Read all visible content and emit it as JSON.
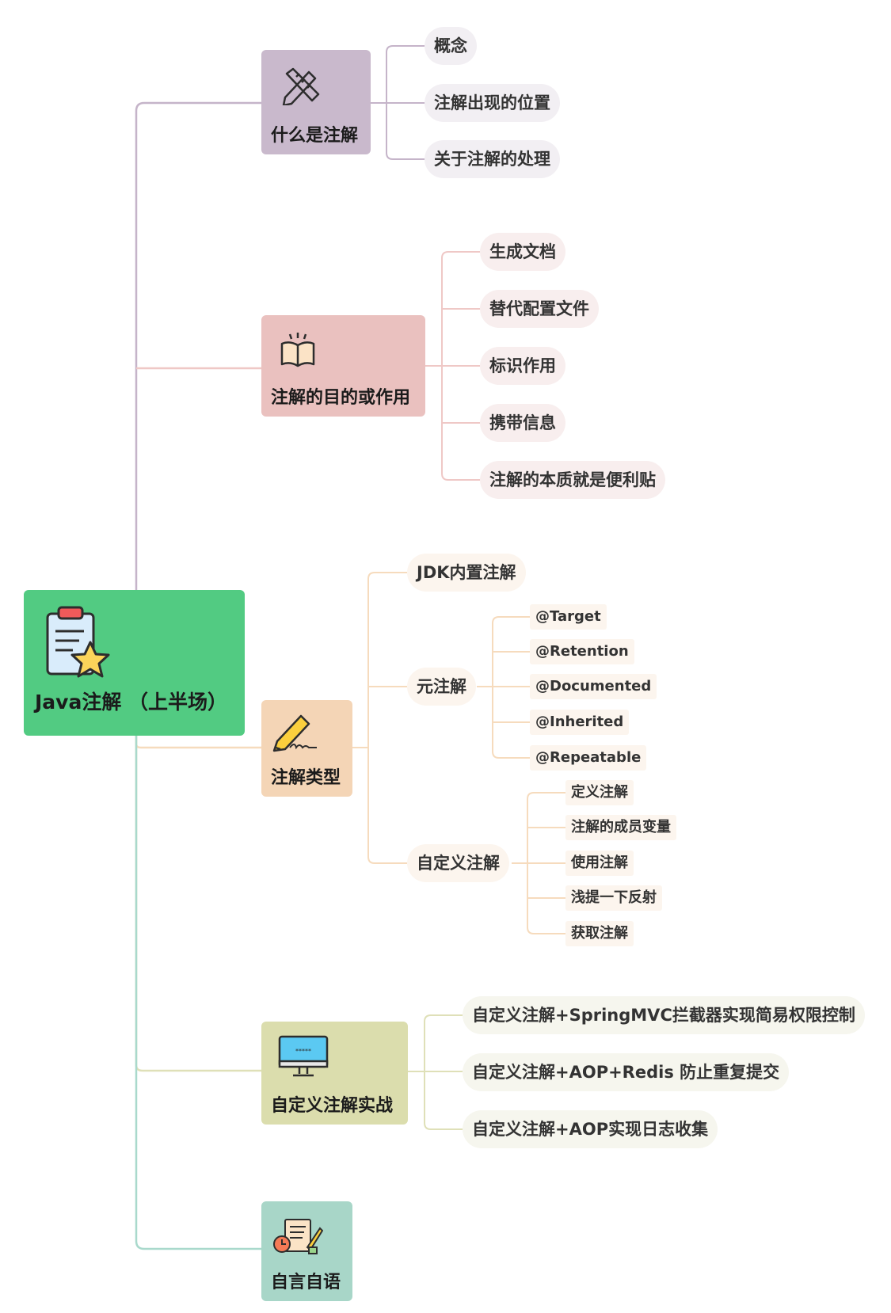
{
  "root": {
    "title": "Java注解 （上半场）",
    "color": "#52cb82",
    "icon": "clipboard-star-icon"
  },
  "branches": [
    {
      "title": "什么是注解",
      "color": "#c9b9cc",
      "line": "#c5b4c9",
      "pill": "#f2eff3",
      "icon": "pencil-ruler-icon",
      "children": [
        "概念",
        "注解出现的位置",
        "关于注解的处理"
      ]
    },
    {
      "title": "注解的目的或作用",
      "color": "#eac1bf",
      "line": "#efc8c6",
      "pill": "#f8eeee",
      "icon": "open-book-icon",
      "children": [
        "生成文档",
        "替代配置文件",
        "标识作用",
        "携带信息",
        "注解的本质就是便利贴"
      ]
    },
    {
      "title": "注解类型",
      "color": "#f4d5b6",
      "line": "#f6dbbd",
      "pill": "#fcf5ee",
      "icon": "pen-signature-icon",
      "children": [
        "JDK内置注解",
        "元注解",
        "自定义注解"
      ],
      "meta": [
        "@Target",
        "@Retention",
        "@Documented",
        "@Inherited",
        "@Repeatable"
      ],
      "custom": [
        "定义注解",
        "注解的成员变量",
        "使用注解",
        "浅提一下反射",
        "获取注解"
      ]
    },
    {
      "title": "自定义注解实战",
      "color": "#dbddad",
      "line": "#dfe0b8",
      "pill": "#f6f6ee",
      "icon": "monitor-icon",
      "children": [
        "自定义注解+SpringMVC拦截器实现简易权限控制",
        "自定义注解+AOP+Redis 防止重复提交",
        "自定义注解+AOP实现日志收集"
      ]
    },
    {
      "title": "自言自语",
      "color": "#a8d6c8",
      "line": "#a9d9cc",
      "pill": "#eef7f4",
      "icon": "notes-clock-icon",
      "children": []
    }
  ]
}
